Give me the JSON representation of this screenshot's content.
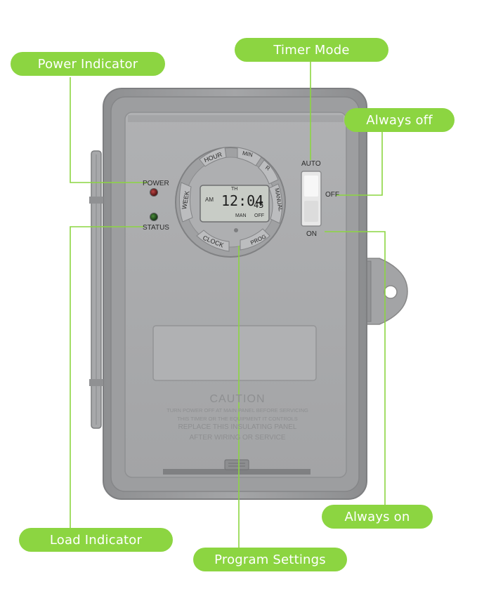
{
  "callouts": {
    "power_indicator": "Power Indicator",
    "timer_mode": "Timer Mode",
    "always_off": "Always off",
    "always_on": "Always on",
    "load_indicator": "Load Indicator",
    "program_settings": "Program Settings"
  },
  "device": {
    "power_label": "POWER",
    "status_label": "STATUS",
    "switch_auto": "AUTO",
    "switch_off": "OFF",
    "switch_on": "ON",
    "buttons": {
      "hour": "HOUR",
      "min": "MIN",
      "r": "R",
      "week": "WEEK",
      "manual": "MANUAL",
      "clock": "CLOCK",
      "prog": "PROG"
    },
    "lcd": {
      "day": "TH",
      "ampm": "AM",
      "time": "12:04",
      "seconds": "45",
      "mode_man": "MAN",
      "mode_off": "OFF"
    },
    "caution": {
      "title": "CAUTION",
      "line1": "TURN POWER OFF AT MAIN PANEL BEFORE SERVICING",
      "line2": "THIS TIMER OR THE EQUIPMENT IT CONTROLS",
      "line3": "REPLACE THIS INSULATING PANEL",
      "line4": "AFTER WIRING OR SERVICE"
    }
  },
  "colors": {
    "accent_green": "#8cd541",
    "housing_gray": "#9a9a9c",
    "panel_gray": "#a9aaac",
    "power_led": "#6b1a1a",
    "status_led": "#1f4f1f"
  }
}
